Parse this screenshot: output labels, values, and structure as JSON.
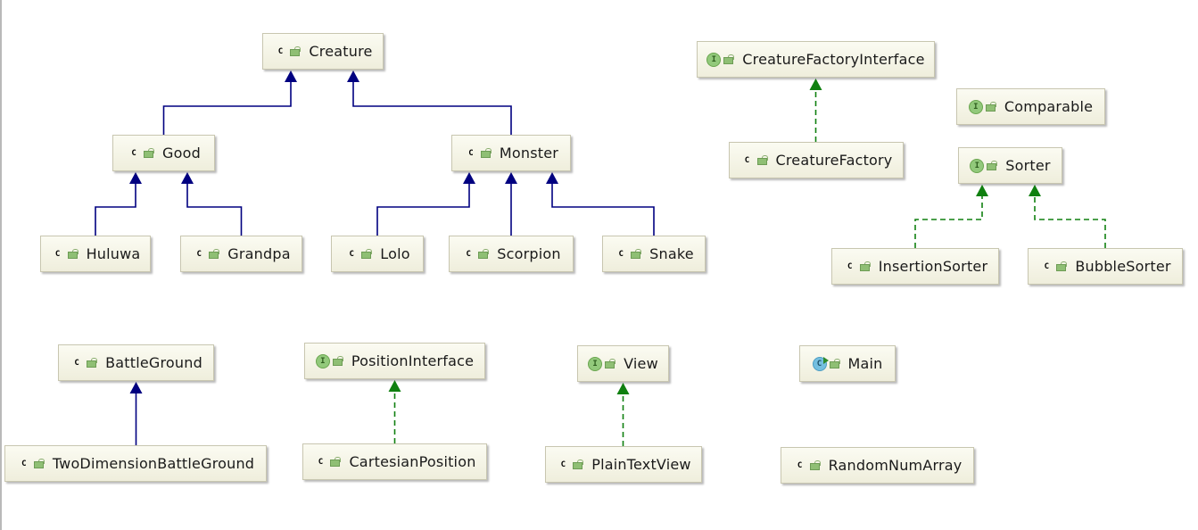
{
  "diagram": {
    "colors": {
      "inheritance": "#000080",
      "implementation": "#108010"
    },
    "nodes": {
      "creature": {
        "name": "Creature",
        "kind": "abstract",
        "icon": "abstract-class-icon"
      },
      "good": {
        "name": "Good",
        "kind": "abstract",
        "icon": "abstract-class-icon"
      },
      "monster": {
        "name": "Monster",
        "kind": "abstract",
        "icon": "abstract-class-icon"
      },
      "huluwa": {
        "name": "Huluwa",
        "kind": "class",
        "icon": "class-icon"
      },
      "grandpa": {
        "name": "Grandpa",
        "kind": "class",
        "icon": "class-icon"
      },
      "lolo": {
        "name": "Lolo",
        "kind": "class",
        "icon": "class-icon"
      },
      "scorpion": {
        "name": "Scorpion",
        "kind": "class",
        "icon": "class-icon"
      },
      "snake": {
        "name": "Snake",
        "kind": "class",
        "icon": "class-icon"
      },
      "creature_factory_interface": {
        "name": "CreatureFactoryInterface",
        "kind": "interface",
        "icon": "interface-icon"
      },
      "creature_factory": {
        "name": "CreatureFactory",
        "kind": "class",
        "icon": "class-icon"
      },
      "comparable": {
        "name": "Comparable",
        "kind": "interface",
        "icon": "interface-icon"
      },
      "sorter": {
        "name": "Sorter",
        "kind": "interface",
        "icon": "interface-icon"
      },
      "insertion_sorter": {
        "name": "InsertionSorter",
        "kind": "class",
        "icon": "class-icon"
      },
      "bubble_sorter": {
        "name": "BubbleSorter",
        "kind": "class",
        "icon": "class-icon"
      },
      "battle_ground": {
        "name": "BattleGround",
        "kind": "abstract",
        "icon": "abstract-class-icon"
      },
      "two_dimension_battle_ground": {
        "name": "TwoDimensionBattleGround",
        "kind": "class",
        "icon": "class-icon"
      },
      "position_interface": {
        "name": "PositionInterface",
        "kind": "interface",
        "icon": "interface-icon"
      },
      "cartesian_position": {
        "name": "CartesianPosition",
        "kind": "class",
        "icon": "class-icon"
      },
      "view": {
        "name": "View",
        "kind": "interface",
        "icon": "interface-icon"
      },
      "plain_text_view": {
        "name": "PlainTextView",
        "kind": "class",
        "icon": "class-icon"
      },
      "main": {
        "name": "Main",
        "kind": "main",
        "icon": "main-class-icon"
      },
      "random_num_array": {
        "name": "RandomNumArray",
        "kind": "class",
        "icon": "class-icon"
      }
    },
    "edges": [
      {
        "from": "good",
        "to": "creature",
        "type": "inheritance"
      },
      {
        "from": "monster",
        "to": "creature",
        "type": "inheritance"
      },
      {
        "from": "huluwa",
        "to": "good",
        "type": "inheritance"
      },
      {
        "from": "grandpa",
        "to": "good",
        "type": "inheritance"
      },
      {
        "from": "lolo",
        "to": "monster",
        "type": "inheritance"
      },
      {
        "from": "scorpion",
        "to": "monster",
        "type": "inheritance"
      },
      {
        "from": "snake",
        "to": "monster",
        "type": "inheritance"
      },
      {
        "from": "creature_factory",
        "to": "creature_factory_interface",
        "type": "implementation"
      },
      {
        "from": "insertion_sorter",
        "to": "sorter",
        "type": "implementation"
      },
      {
        "from": "bubble_sorter",
        "to": "sorter",
        "type": "implementation"
      },
      {
        "from": "two_dimension_battle_ground",
        "to": "battle_ground",
        "type": "inheritance"
      },
      {
        "from": "cartesian_position",
        "to": "position_interface",
        "type": "implementation"
      },
      {
        "from": "plain_text_view",
        "to": "view",
        "type": "implementation"
      }
    ]
  }
}
